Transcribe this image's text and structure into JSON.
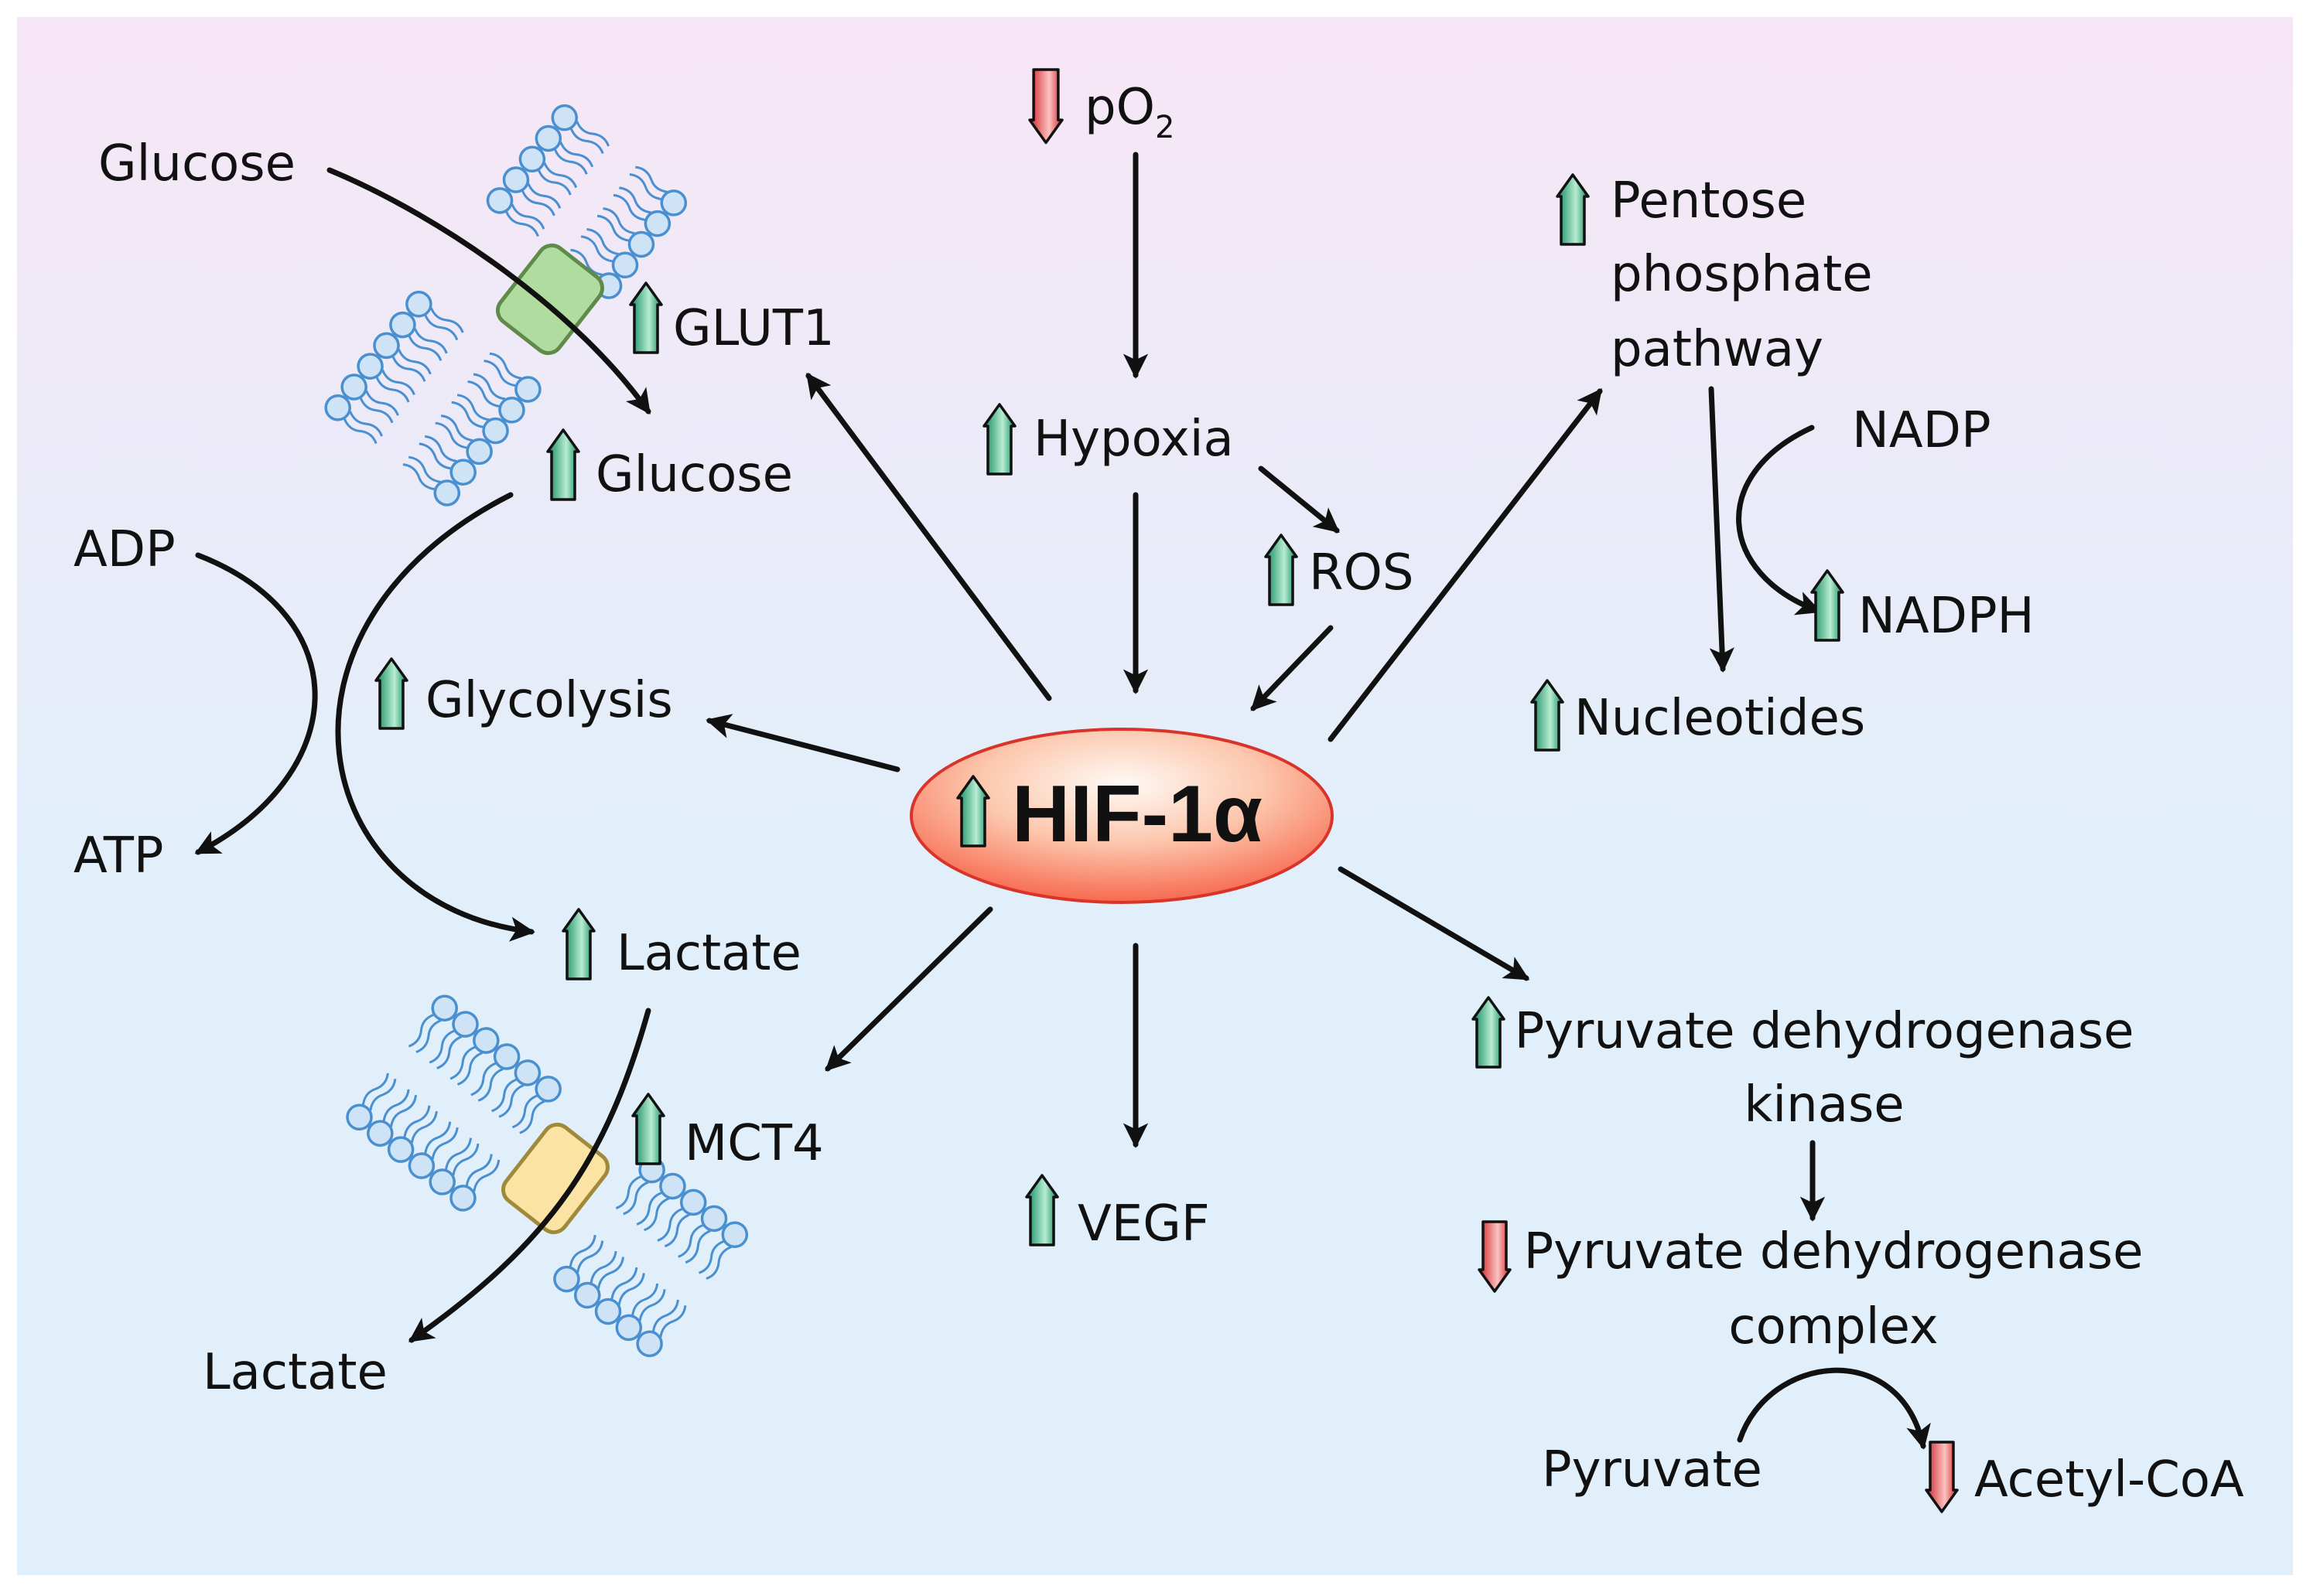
{
  "colors": {
    "bg_top": "#f7e6f5",
    "bg_bottom": "#e1effa",
    "up_arrow_dark": "#0f8a5f",
    "up_arrow_light": "#b8ecd2",
    "down_arrow_dark": "#d3232a",
    "down_arrow_light": "#fbc2c0",
    "hif_fill_light": "#fffaf5",
    "hif_fill_dark": "#f6563c",
    "hif_text": "#e8191b",
    "glut1_channel": "#b0dca0",
    "mct4_channel": "#fbe3a4",
    "lipid_head": "#cfe3f6",
    "lipid_edge": "#4a8fcf"
  },
  "labels": {
    "po2_main": "pO",
    "po2_sub": "2",
    "hypoxia": "Hypoxia",
    "ros": "ROS",
    "hif": "HIF-1α",
    "glucose_outside": "Glucose",
    "glut1": "GLUT1",
    "glucose_inside": "Glucose",
    "adp": "ADP",
    "atp": "ATP",
    "glycolysis": "Glycolysis",
    "lactate_inside": "Lactate",
    "mct4": "MCT4",
    "lactate_outside": "Lactate",
    "vegf": "VEGF",
    "ppp_line1": "Pentose",
    "ppp_line2": "phosphate",
    "ppp_line3": "pathway",
    "nadp": "NADP",
    "nadph": "NADPH",
    "nucleotides": "Nucleotides",
    "pdk_line1": "Pyruvate dehydrogenase",
    "pdk_line2": "kinase",
    "pdc_line1": "Pyruvate dehydrogenase",
    "pdc_line2": "complex",
    "pyruvate": "Pyruvate",
    "acetyl_coa": "Acetyl-CoA"
  },
  "indicators": [
    {
      "id": "po2",
      "direction": "down"
    },
    {
      "id": "hypoxia",
      "direction": "up"
    },
    {
      "id": "ros",
      "direction": "up"
    },
    {
      "id": "hif",
      "direction": "up"
    },
    {
      "id": "glut1",
      "direction": "up"
    },
    {
      "id": "glucose-inside",
      "direction": "up"
    },
    {
      "id": "glycolysis",
      "direction": "up"
    },
    {
      "id": "lactate-inside",
      "direction": "up"
    },
    {
      "id": "mct4",
      "direction": "up"
    },
    {
      "id": "vegf",
      "direction": "up"
    },
    {
      "id": "pentose-phosphate",
      "direction": "up"
    },
    {
      "id": "nadph",
      "direction": "up"
    },
    {
      "id": "nucleotides",
      "direction": "up"
    },
    {
      "id": "pdk",
      "direction": "up"
    },
    {
      "id": "pdc",
      "direction": "down"
    },
    {
      "id": "acetyl-coa",
      "direction": "down"
    }
  ]
}
